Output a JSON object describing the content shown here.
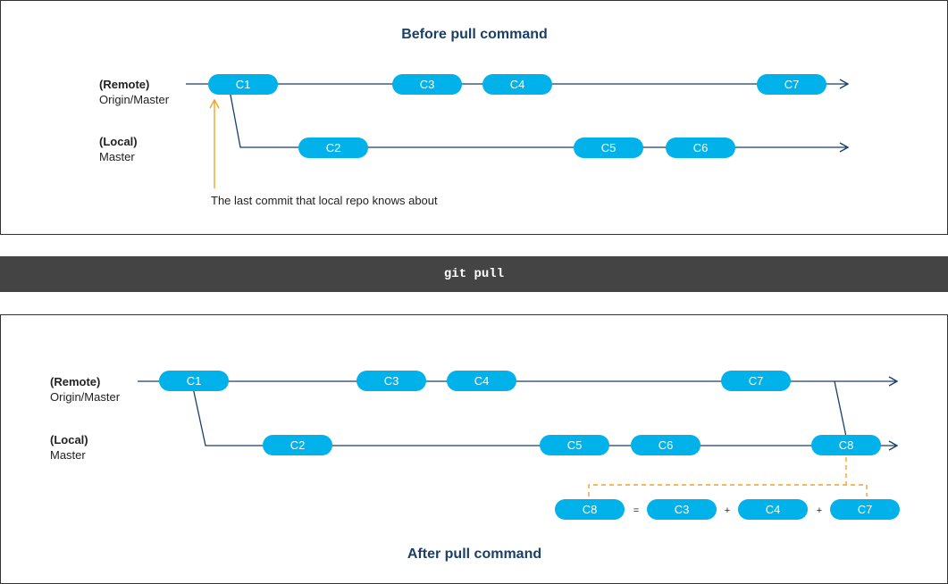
{
  "before": {
    "title": "Before pull command",
    "remote": {
      "line1": "(Remote)",
      "line2": "Origin/Master"
    },
    "local": {
      "line1": "(Local)",
      "line2": "Master"
    },
    "remote_commits": [
      "C1",
      "C3",
      "C4",
      "C7"
    ],
    "local_commits": [
      "C2",
      "C5",
      "C6"
    ],
    "note": "The last commit that local repo knows about"
  },
  "command": "git pull",
  "after": {
    "title": "After pull command",
    "remote": {
      "line1": "(Remote)",
      "line2": "Origin/Master"
    },
    "local": {
      "line1": "(Local)",
      "line2": "Master"
    },
    "remote_commits": [
      "C1",
      "C3",
      "C4",
      "C7"
    ],
    "local_commits": [
      "C2",
      "C5",
      "C6",
      "C8"
    ],
    "equation": {
      "result": "C8",
      "equals": "=",
      "plus": "+",
      "terms": [
        "C3",
        "C4",
        "C7"
      ]
    }
  },
  "colors": {
    "commit": "#00b2e9",
    "line": "#1b3f66",
    "accent": "#f3a425",
    "banner": "#444444"
  }
}
